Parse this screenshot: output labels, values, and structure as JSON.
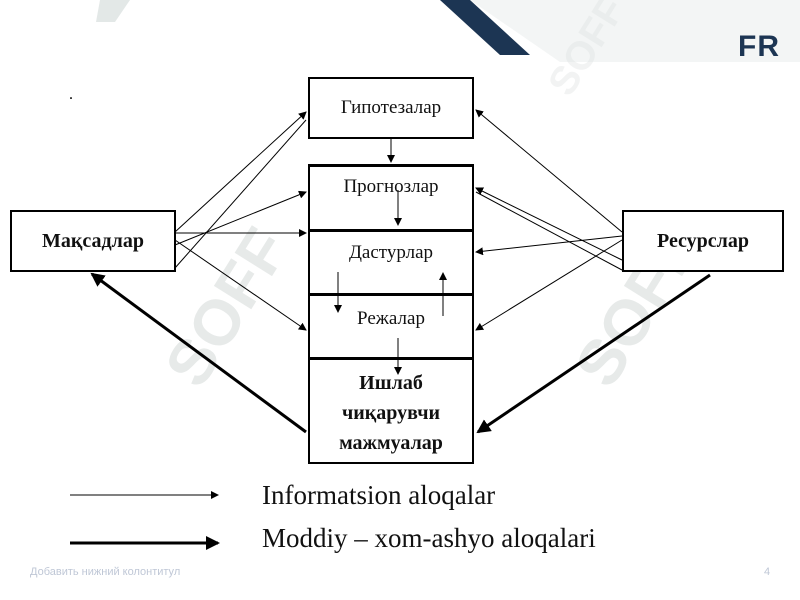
{
  "header": {
    "logo_text": "FR"
  },
  "watermark": {
    "text": "SOFF"
  },
  "diagram": {
    "dot": ".",
    "left_box": "Мақсадлар",
    "right_box": "Ресурслар",
    "top_box": "Гипотезалар",
    "stack": [
      "Прогнозлар",
      "Дастурлар",
      "Режалар"
    ],
    "bottom_box_lines": [
      "Ишлаб",
      "чиқарувчи",
      "мажмуалар"
    ]
  },
  "legend": {
    "info_label": "Informatsion aloqalar",
    "material_label": "Moddiy – xom-ashyo aloqalari"
  },
  "footer": {
    "placeholder": "Добавить нижний колонтитул",
    "page_number": "4"
  },
  "colors": {
    "accent_dark": "#1c3553",
    "accent_teal": "#4ec6b0",
    "watermark": "#dfe3e2"
  }
}
